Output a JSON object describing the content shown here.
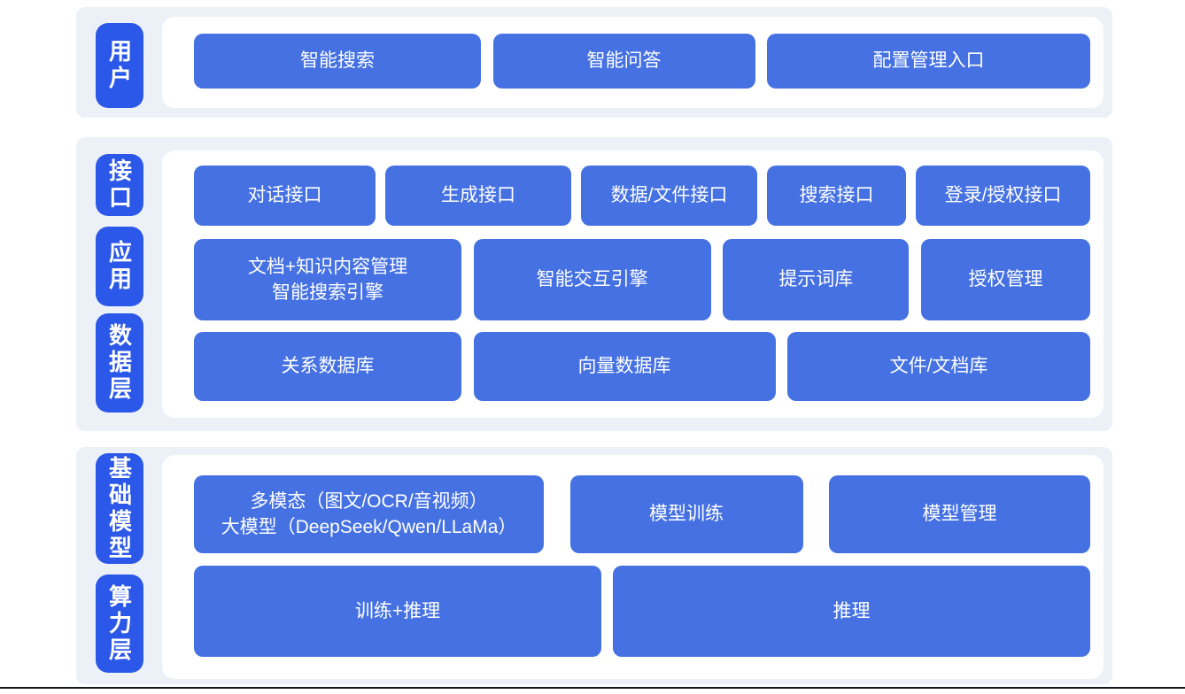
{
  "colors": {
    "section_bg": "#ecf1f8",
    "panel_bg": "#ffffff",
    "pill_blue": "#2b58e8",
    "box_blue": "#4571e2",
    "text_white": "#ffffff",
    "rule_black": "#14171c"
  },
  "sections": [
    {
      "name": "user-layer",
      "labels": [
        {
          "text": "用户"
        }
      ],
      "rows": [
        {
          "boxes": [
            {
              "line1": "智能搜索"
            },
            {
              "line1": "智能问答"
            },
            {
              "line1": "配置管理入口"
            }
          ]
        }
      ]
    },
    {
      "name": "interface-application-data-layers",
      "labels": [
        {
          "text": "接口"
        },
        {
          "text": "应用"
        },
        {
          "text": "数据层"
        }
      ],
      "rows": [
        {
          "boxes": [
            {
              "line1": "对话接口"
            },
            {
              "line1": "生成接口"
            },
            {
              "line1": "数据/文件接口"
            },
            {
              "line1": "搜索接口"
            },
            {
              "line1": "登录/授权接口"
            }
          ]
        },
        {
          "boxes": [
            {
              "line1": "文档+知识内容管理",
              "line2": "智能搜索引擎"
            },
            {
              "line1": "智能交互引擎"
            },
            {
              "line1": "提示词库"
            },
            {
              "line1": "授权管理"
            }
          ]
        },
        {
          "boxes": [
            {
              "line1": "关系数据库"
            },
            {
              "line1": "向量数据库"
            },
            {
              "line1": "文件/文档库"
            }
          ]
        }
      ]
    },
    {
      "name": "foundation-model-compute-layers",
      "labels": [
        {
          "text": "基础模型"
        },
        {
          "text": "算力层"
        }
      ],
      "rows": [
        {
          "boxes": [
            {
              "line1": "多模态（图文/OCR/音视频）",
              "line2": "大模型（DeepSeek/Qwen/LLaMa）"
            },
            {
              "line1": "模型训练"
            },
            {
              "line1": "模型管理"
            }
          ]
        },
        {
          "boxes": [
            {
              "line1": "训练+推理"
            },
            {
              "line1": "推理"
            }
          ]
        }
      ]
    }
  ]
}
